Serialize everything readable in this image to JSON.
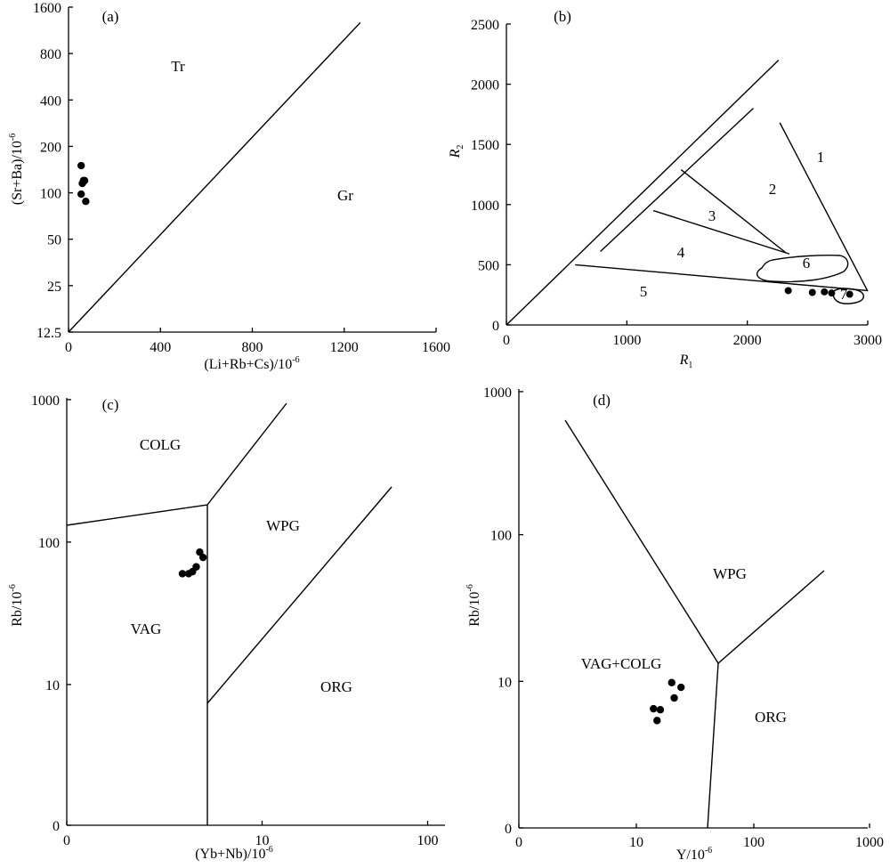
{
  "chart_data": [
    {
      "id": "a",
      "type": "scatter",
      "panel_label": "(a)",
      "xlabel": "(Li+Rb+Cs)/10",
      "xlabel_sup": "-6",
      "ylabel": "(Sr+Ba)/10",
      "ylabel_sup": "-6",
      "xlim": [
        0,
        1600
      ],
      "y_scale": "log2",
      "ylim": [
        12.5,
        1600
      ],
      "x_ticks": [
        "0",
        "400",
        "800",
        "1200",
        "1600"
      ],
      "y_ticks": [
        "12.5",
        "25",
        "50",
        "100",
        "200",
        "400",
        "800",
        "1600"
      ],
      "field_labels": [
        "Tr",
        "Gr"
      ],
      "series": [
        {
          "x": [
            55,
            65,
            60,
            70,
            55,
            75
          ],
          "y": [
            150,
            120,
            115,
            120,
            98,
            88
          ]
        }
      ]
    },
    {
      "id": "b",
      "type": "scatter",
      "panel_label": "(b)",
      "xlabel": "R",
      "xlabel_sub": "1",
      "ylabel": "R",
      "ylabel_sub": "2",
      "xlim": [
        0,
        3000
      ],
      "ylim": [
        0,
        2500
      ],
      "x_ticks": [
        "0",
        "1000",
        "2000",
        "3000"
      ],
      "y_ticks": [
        "0",
        "500",
        "1000",
        "1500",
        "2000",
        "2500"
      ],
      "field_labels": [
        "1",
        "2",
        "3",
        "4",
        "5",
        "6",
        "7"
      ],
      "series": [
        {
          "x": [
            2340,
            2540,
            2640,
            2700,
            2850
          ],
          "y": [
            285,
            270,
            275,
            265,
            255
          ]
        }
      ]
    },
    {
      "id": "c",
      "type": "scatter",
      "panel_label": "(c)",
      "xlabel": "(Yb+Nb)/10",
      "xlabel_sup": "-6",
      "ylabel": "Rb/10",
      "ylabel_sup": "-6",
      "x_scale": "log",
      "y_scale": "log",
      "x_ticks": [
        "0",
        "10",
        "100"
      ],
      "y_ticks": [
        "0",
        "10",
        "100",
        "1000"
      ],
      "field_labels": [
        "COLG",
        "WPG",
        "VAG",
        "ORG"
      ],
      "series": [
        {
          "x": [
            3.3,
            3.6,
            3.8,
            4.0,
            4.2,
            4.4
          ],
          "y": [
            60,
            60,
            62,
            67,
            85,
            78
          ]
        }
      ]
    },
    {
      "id": "d",
      "type": "scatter",
      "panel_label": "(d)",
      "xlabel": "Y/10",
      "xlabel_sup": "-6",
      "ylabel": "Rb/10",
      "ylabel_sup": "-6",
      "x_scale": "log",
      "y_scale": "log",
      "x_ticks": [
        "0",
        "10",
        "100",
        "1000"
      ],
      "y_ticks": [
        "0",
        "10",
        "100",
        "1000"
      ],
      "field_labels": [
        "WPG",
        "VAG+COLG",
        "ORG"
      ],
      "series": [
        {
          "x": [
            14,
            16,
            15,
            20,
            21,
            24
          ],
          "y": [
            6.5,
            6.4,
            5.4,
            9.8,
            7.7,
            9.1
          ]
        }
      ]
    }
  ]
}
